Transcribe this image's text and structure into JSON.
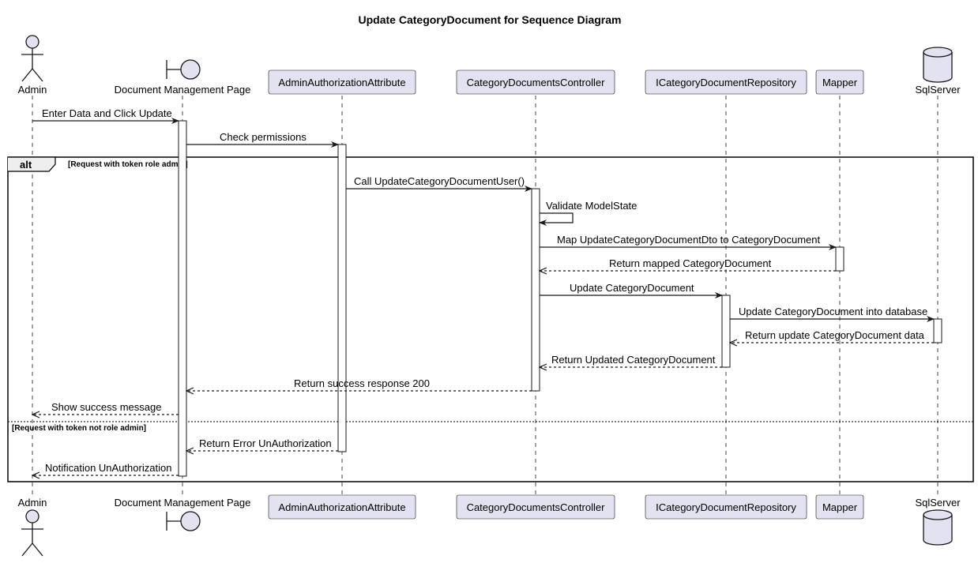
{
  "diagram": {
    "title": "Update CategoryDocument for  Sequence Diagram",
    "colors": {
      "participant_fill": "#E2E2F0",
      "participant_stroke": "#181818",
      "line": "#181818",
      "lifeline": "#181818",
      "activation_fill": "#ffffff",
      "fragment_stroke": "#000000"
    },
    "participants": [
      {
        "id": "admin",
        "name": "Admin",
        "kind": "actor"
      },
      {
        "id": "page",
        "name": "Document Management Page",
        "kind": "boundary"
      },
      {
        "id": "auth",
        "name": "AdminAuthorizationAttribute",
        "kind": "participant"
      },
      {
        "id": "ctrl",
        "name": "CategoryDocumentsController",
        "kind": "participant"
      },
      {
        "id": "repo",
        "name": "ICategoryDocumentRepository",
        "kind": "participant"
      },
      {
        "id": "mapper",
        "name": "Mapper",
        "kind": "participant"
      },
      {
        "id": "db",
        "name": "SqlServer",
        "kind": "database"
      }
    ],
    "messages": [
      {
        "from": "admin",
        "to": "page",
        "text": "Enter Data and Click Update",
        "style": "sync"
      },
      {
        "from": "page",
        "to": "auth",
        "text": "Check permissions",
        "style": "sync"
      },
      {
        "from": "auth",
        "to": "ctrl",
        "text": "Call UpdateCategoryDocumentUser()",
        "style": "sync"
      },
      {
        "from": "ctrl",
        "to": "ctrl",
        "text": "Validate ModelState",
        "style": "self"
      },
      {
        "from": "ctrl",
        "to": "mapper",
        "text": "Map UpdateCategoryDocumentDto to CategoryDocument",
        "style": "sync"
      },
      {
        "from": "mapper",
        "to": "ctrl",
        "text": "Return mapped CategoryDocument",
        "style": "return"
      },
      {
        "from": "ctrl",
        "to": "repo",
        "text": "Update CategoryDocument",
        "style": "sync"
      },
      {
        "from": "repo",
        "to": "db",
        "text": "Update CategoryDocument into database",
        "style": "sync"
      },
      {
        "from": "db",
        "to": "repo",
        "text": "Return update CategoryDocument data",
        "style": "return"
      },
      {
        "from": "repo",
        "to": "ctrl",
        "text": "Return Updated CategoryDocument",
        "style": "return"
      },
      {
        "from": "ctrl",
        "to": "page",
        "text": "Return success response 200",
        "style": "return"
      },
      {
        "from": "page",
        "to": "admin",
        "text": "Show success message",
        "style": "return"
      },
      {
        "from": "auth",
        "to": "page",
        "text": "Return Error UnAuthorization",
        "style": "return"
      },
      {
        "from": "page",
        "to": "admin",
        "text": "Notification UnAuthorization",
        "style": "return"
      }
    ],
    "fragment": {
      "operator": "alt",
      "branches": [
        "[Request with token role admin]",
        "[Request with token not role admin]"
      ]
    }
  }
}
